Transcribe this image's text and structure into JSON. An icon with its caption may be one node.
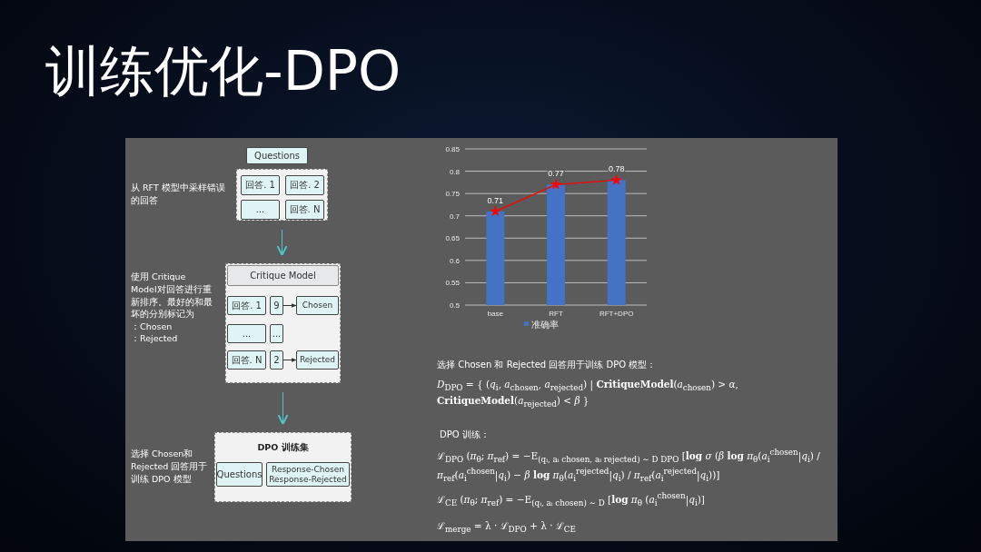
{
  "diagram": {
    "title": "训练优化-DPO",
    "nodes": [
      {
        "text": [
          "Questions"
        ]
      },
      {
        "text": [],
        "shape": "box"
      },
      {
        "text": [
          "回答. 1"
        ],
        "in": 1
      },
      {
        "text": [
          "回答. 2"
        ],
        "in": 1
      },
      {
        "text": [
          "..."
        ],
        "in": 1
      },
      {
        "text": [
          "回答. N"
        ],
        "in": 1
      },
      {
        "text": [],
        "shape": "box"
      },
      {
        "text": [
          "Critique Model"
        ],
        "in": 6
      },
      {
        "text": [
          "回答. 1"
        ],
        "in": 6
      },
      {
        "text": [
          "9"
        ],
        "in": 6
      },
      {
        "text": [
          "Chosen"
        ],
        "in": 6
      },
      {
        "text": [
          "..."
        ],
        "in": 6
      },
      {
        "text": [
          "..."
        ],
        "in": 6
      },
      {
        "text": [
          "回答. N"
        ],
        "in": 6
      },
      {
        "text": [
          "2"
        ],
        "in": 6
      },
      {
        "text": [
          "Rejected"
        ],
        "in": 6
      },
      {
        "text": [
          "DPO 训练集"
        ]
      },
      {
        "text": [
          "Questions"
        ],
        "in": 16
      },
      {
        "text": [
          "Response-Chosen Response-Rejected"
        ],
        "in": 16
      }
    ],
    "edges": [
      {
        "from": 1,
        "to": 6,
        "arrow": "to",
        "color": "#4fc3c8"
      },
      {
        "from": 9,
        "to": 10,
        "arrow": "to",
        "color": "#333333"
      },
      {
        "from": 14,
        "to": 15,
        "arrow": "to",
        "color": "#333333"
      },
      {
        "from": 6,
        "to": 16,
        "arrow": "to",
        "color": "#4fc3c8"
      }
    ],
    "labels": [
      "从 RFT 模型中采样错误的回答",
      "使用 Critique Model对回答进行重新排序。最好的和最坏的分别标记为",
      "：Chosen",
      "：Rejected",
      "选择 Chosen和 Rejected 回答用于训练 DPO 模型",
      "选择 Chosen 和 Rejected 回答用于训练 DPO 模型：",
      "*D*$_{DPO}$ = { (*q*$_{i}$, *a*$_{chosen}$, *a*$_{rejected}$) | **CritiqueModel**(*a*$_{chosen}$) > *α*, **CritiqueModel**(*a*$_{rejected}$) < *β* }",
      "DPO 训练：",
      "ℒ$_{DPO}$ (*π*$_{θ}$; *π*$_{ref}$) = −E$_{(qᵢ, aᵢ chosen, aᵢ rejected) ∼ D DPO}$ [**log** *σ* (*β* **log** *π*$_{θ}$(*a*$_{i}$$^{chosen}$|*q*$_{i}$) / *π*$_{ref}$(*a*$_{i}$$^{chosen}$|*q*$_{i}$) − *β* **log** *π*$_{θ}$(*a*$_{i}$$^{rejected}$|*q*$_{i}$) / *π*$_{ref}$(*a*$_{i}$$^{rejected}$|*q*$_{i}$))]",
      "ℒ$_{CE}$ (*π*$_{θ}$; *π*$_{ref}$) = −E$_{(qᵢ, aᵢ chosen) ∼ D}$ [**log** *π*$_{θ}$ (*a*$_{i}$$^{chosen}$|*q*$_{i}$)]",
      "ℒ$_{merge}$ = λ · ℒ$_{DPO}$ + λ · ℒ$_{CE}$"
    ],
    "chart_data": {
      "type": "bar",
      "categories": [
        "base",
        "RFT",
        "RFT+DPO"
      ],
      "series": [
        {
          "name": "准确率",
          "color": "#4472c4",
          "values": [
            0.71,
            0.77,
            0.78
          ]
        },
        {
          "type": "line",
          "color": "#ff0000",
          "marker": "star",
          "values": [
            0.71,
            0.77,
            0.78
          ],
          "value_labels": [
            "0.71",
            "0.77",
            "0.78"
          ]
        }
      ],
      "grid": true,
      "ylim": [
        0.5,
        0.85
      ],
      "yticks": [
        0.5,
        0.55,
        0.6,
        0.65,
        0.7,
        0.75,
        0.8,
        0.85
      ]
    }
  }
}
